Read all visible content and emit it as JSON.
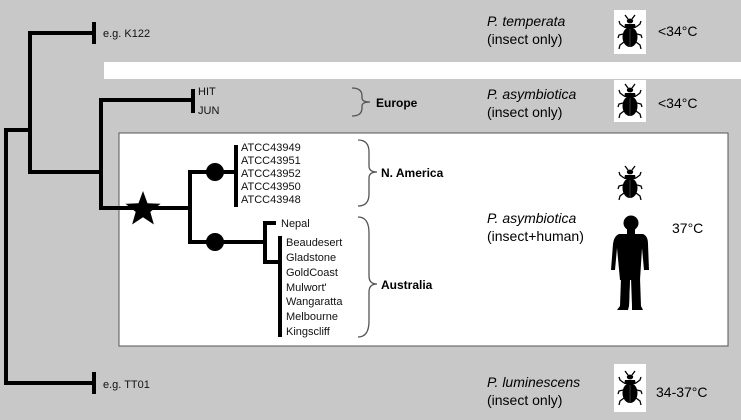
{
  "colors": {
    "band": "#c8c8c8",
    "tree": "#000000",
    "box_border": "#555555",
    "icon_bg": "#ffffff"
  },
  "leaf_labels": {
    "k122": "e.g. K122",
    "hit": "HIT",
    "jun": "JUN",
    "atcc1": "ATCC43949",
    "atcc2": "ATCC43951",
    "atcc3": "ATCC43952",
    "atcc4": "ATCC43950",
    "atcc5": "ATCC43948",
    "nepal": "Nepal",
    "beaudesert": "Beaudesert",
    "gladstone": "Gladstone",
    "goldcoast": "GoldCoast",
    "mulwort": "Mulwort'",
    "wangaratta": "Wangaratta",
    "melbourne": "Melbourne",
    "kingscliff": "Kingscliff",
    "tt01": "e.g. TT01"
  },
  "regions": {
    "europe": "Europe",
    "north_america": "N. America",
    "australia": "Australia"
  },
  "species": {
    "temperata": {
      "name": "P. temperata",
      "host": "(insect only)",
      "temp": "<34°C",
      "icon": "beetle-icon"
    },
    "asym_europe": {
      "name": "P. asymbiotica",
      "host": "(insect only)",
      "temp": "<34°C",
      "icon": "beetle-icon"
    },
    "asym_clinical": {
      "name": "P. asymbiotica",
      "host": "(insect+human)",
      "temp": "37°C",
      "icons": [
        "beetle-icon",
        "human-silhouette-icon"
      ]
    },
    "luminescens": {
      "name": "P. luminescens",
      "host": "(insect only)",
      "temp": "34-37°C",
      "icon": "beetle-icon"
    }
  },
  "markers": {
    "star": "star-marker",
    "nodes": [
      "node-dot-north-america",
      "node-dot-australia"
    ]
  }
}
